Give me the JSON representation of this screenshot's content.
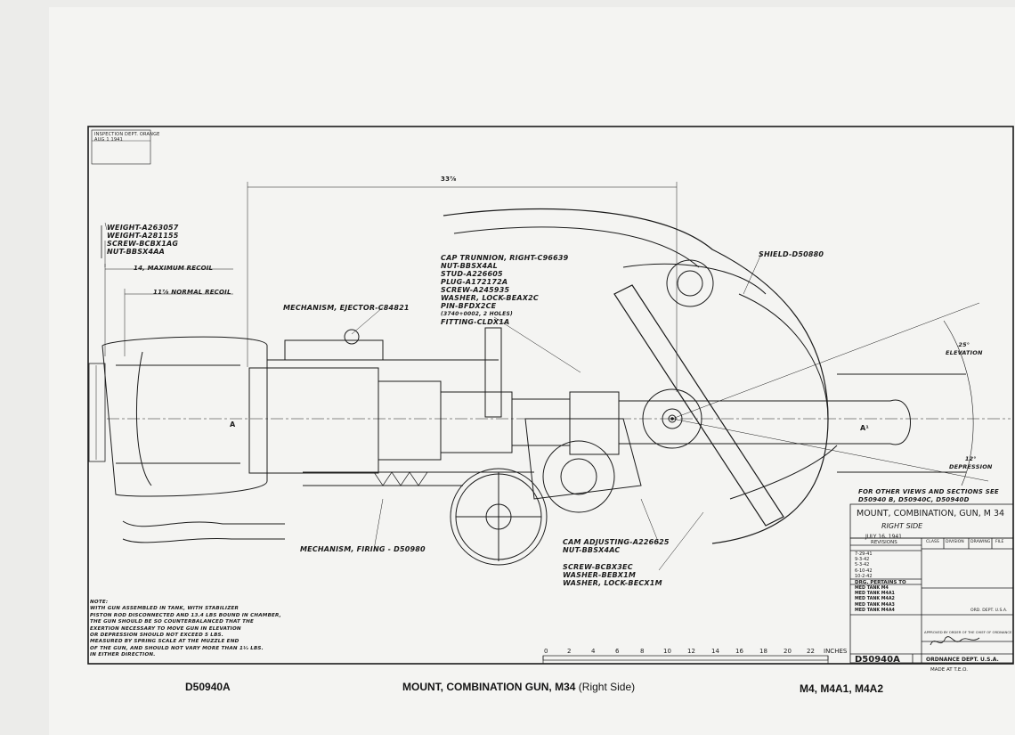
{
  "callouts": {
    "weights": [
      "WEIGHT-A263057",
      "WEIGHT-A281155",
      "SCREW-BCBX1AG",
      "NUT-BBSX4AA"
    ],
    "max_recoil": "14, MAXIMUM RECOIL",
    "normal_recoil": "11⅞ NORMAL RECOIL",
    "ejector": "MECHANISM, EJECTOR-C84821",
    "trunnion": [
      "CAP TRUNNION, RIGHT-C96639",
      "NUT-BBSX4AL",
      "STUD-A226605",
      "PLUG-A172172A",
      "SCREW-A245935",
      "WASHER, LOCK-BEAX2C",
      "PIN-BFDX2CE",
      "(3740+0002, 2 HOLES)",
      "FITTING-CLDX1A"
    ],
    "shield": "SHIELD-D50880",
    "elevation": [
      "25°",
      "ELEVATION"
    ],
    "depression": [
      "12°",
      "DEPRESSION"
    ],
    "overall_dim": "33⅞",
    "point_a_left": "A",
    "point_a_right": "A¹",
    "firing": "MECHANISM, FIRING - D50980",
    "cam": [
      "CAM ADJUSTING-A226625",
      "NUT-BBSX4AC"
    ],
    "screw_group": [
      "SCREW-BCBX3EC",
      "WASHER-BEBX1M",
      "WASHER, LOCK-BECX1M"
    ],
    "other_views": [
      "FOR OTHER VIEWS AND SECTIONS SEE",
      "D50940 B, D50940C, D50940D"
    ],
    "note": [
      "NOTE:",
      "WITH GUN ASSEMBLED IN TANK, WITH STABILIZER",
      "PISTON ROD DISCONNECTED AND 13.4 LBS BOUND IN CHAMBER,",
      "THE GUN SHOULD BE SO COUNTERBALANCED THAT THE",
      "EXERTION NECESSARY TO MOVE GUN IN ELEVATION",
      "OR DEPRESSION SHOULD NOT EXCEED 5 LBS.",
      "MEASURED BY SPRING SCALE AT THE MUZZLE END",
      "OF THE GUN, AND SHOULD NOT VARY MORE THAN 1½ LBS.",
      "IN EITHER DIRECTION."
    ]
  },
  "stamp": [
    "INSPECTION DEPT. ORANGE",
    "AUG 1 1941"
  ],
  "scale": {
    "ticks": [
      "0",
      "2",
      "4",
      "6",
      "8",
      "10",
      "12",
      "14",
      "16",
      "18",
      "20",
      "22"
    ],
    "unit": "INCHES"
  },
  "title_block": {
    "title": "MOUNT, COMBINATION, GUN, M 34",
    "subtitle": "RIGHT SIDE",
    "date": "JULY 16, 1941",
    "revisions_label": "REVISIONS",
    "revisions": [
      "7-29-41",
      "9-3-42",
      "5-3-42",
      "6-10-42",
      "10-2-42"
    ],
    "columns": [
      "CLASS",
      "DIVISION",
      "DRAWING",
      "FILE"
    ],
    "pertains_label": "DRG. PERTAINS TO",
    "pertains": [
      "MED TANK M4",
      "MED TANK M4A1",
      "MED TANK M4A2",
      "MED TANK M4A3",
      "MED TANK M4A4"
    ],
    "ord_dept": "ORD. DEPT. U.S.A.",
    "approved": "APPROVED BY ORDER OF THE CHIEF OF ORDNANCE",
    "drawing_number": "D50940A",
    "ordnance": "ORDNANCE DEPT. U.S.A.",
    "made_at": "MADE AT T.E.O."
  },
  "caption": {
    "left": "D50940A",
    "center_bold": "MOUNT, COMBINATION GUN, M34",
    "center_normal": "(Right Side)",
    "right": "M4, M4A1, M4A2"
  },
  "colors": {
    "paper": "#f4f4f2",
    "ink": "#1b1b1b",
    "background": "#ececea"
  }
}
